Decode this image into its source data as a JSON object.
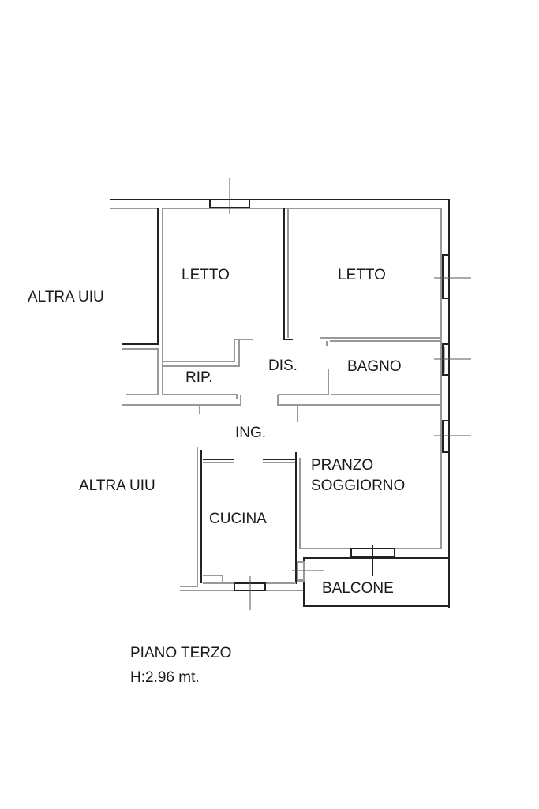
{
  "rooms": {
    "letto_left": "LETTO",
    "letto_right": "LETTO",
    "ripostiglio": "RIP.",
    "disimpegno": "DIS.",
    "bagno": "BAGNO",
    "ingresso": "ING.",
    "pranzo": "PRANZO",
    "soggiorno": "SOGGIORNO",
    "cucina": "CUCINA",
    "balcone": "BALCONE"
  },
  "neighbors": {
    "upper": "ALTRA UIU",
    "lower": "ALTRA UIU"
  },
  "caption": {
    "floor": "PIANO TERZO",
    "height": "H:2.96 mt."
  },
  "colors": {
    "wall_outer": "#222222",
    "wall_inner": "#999999"
  }
}
